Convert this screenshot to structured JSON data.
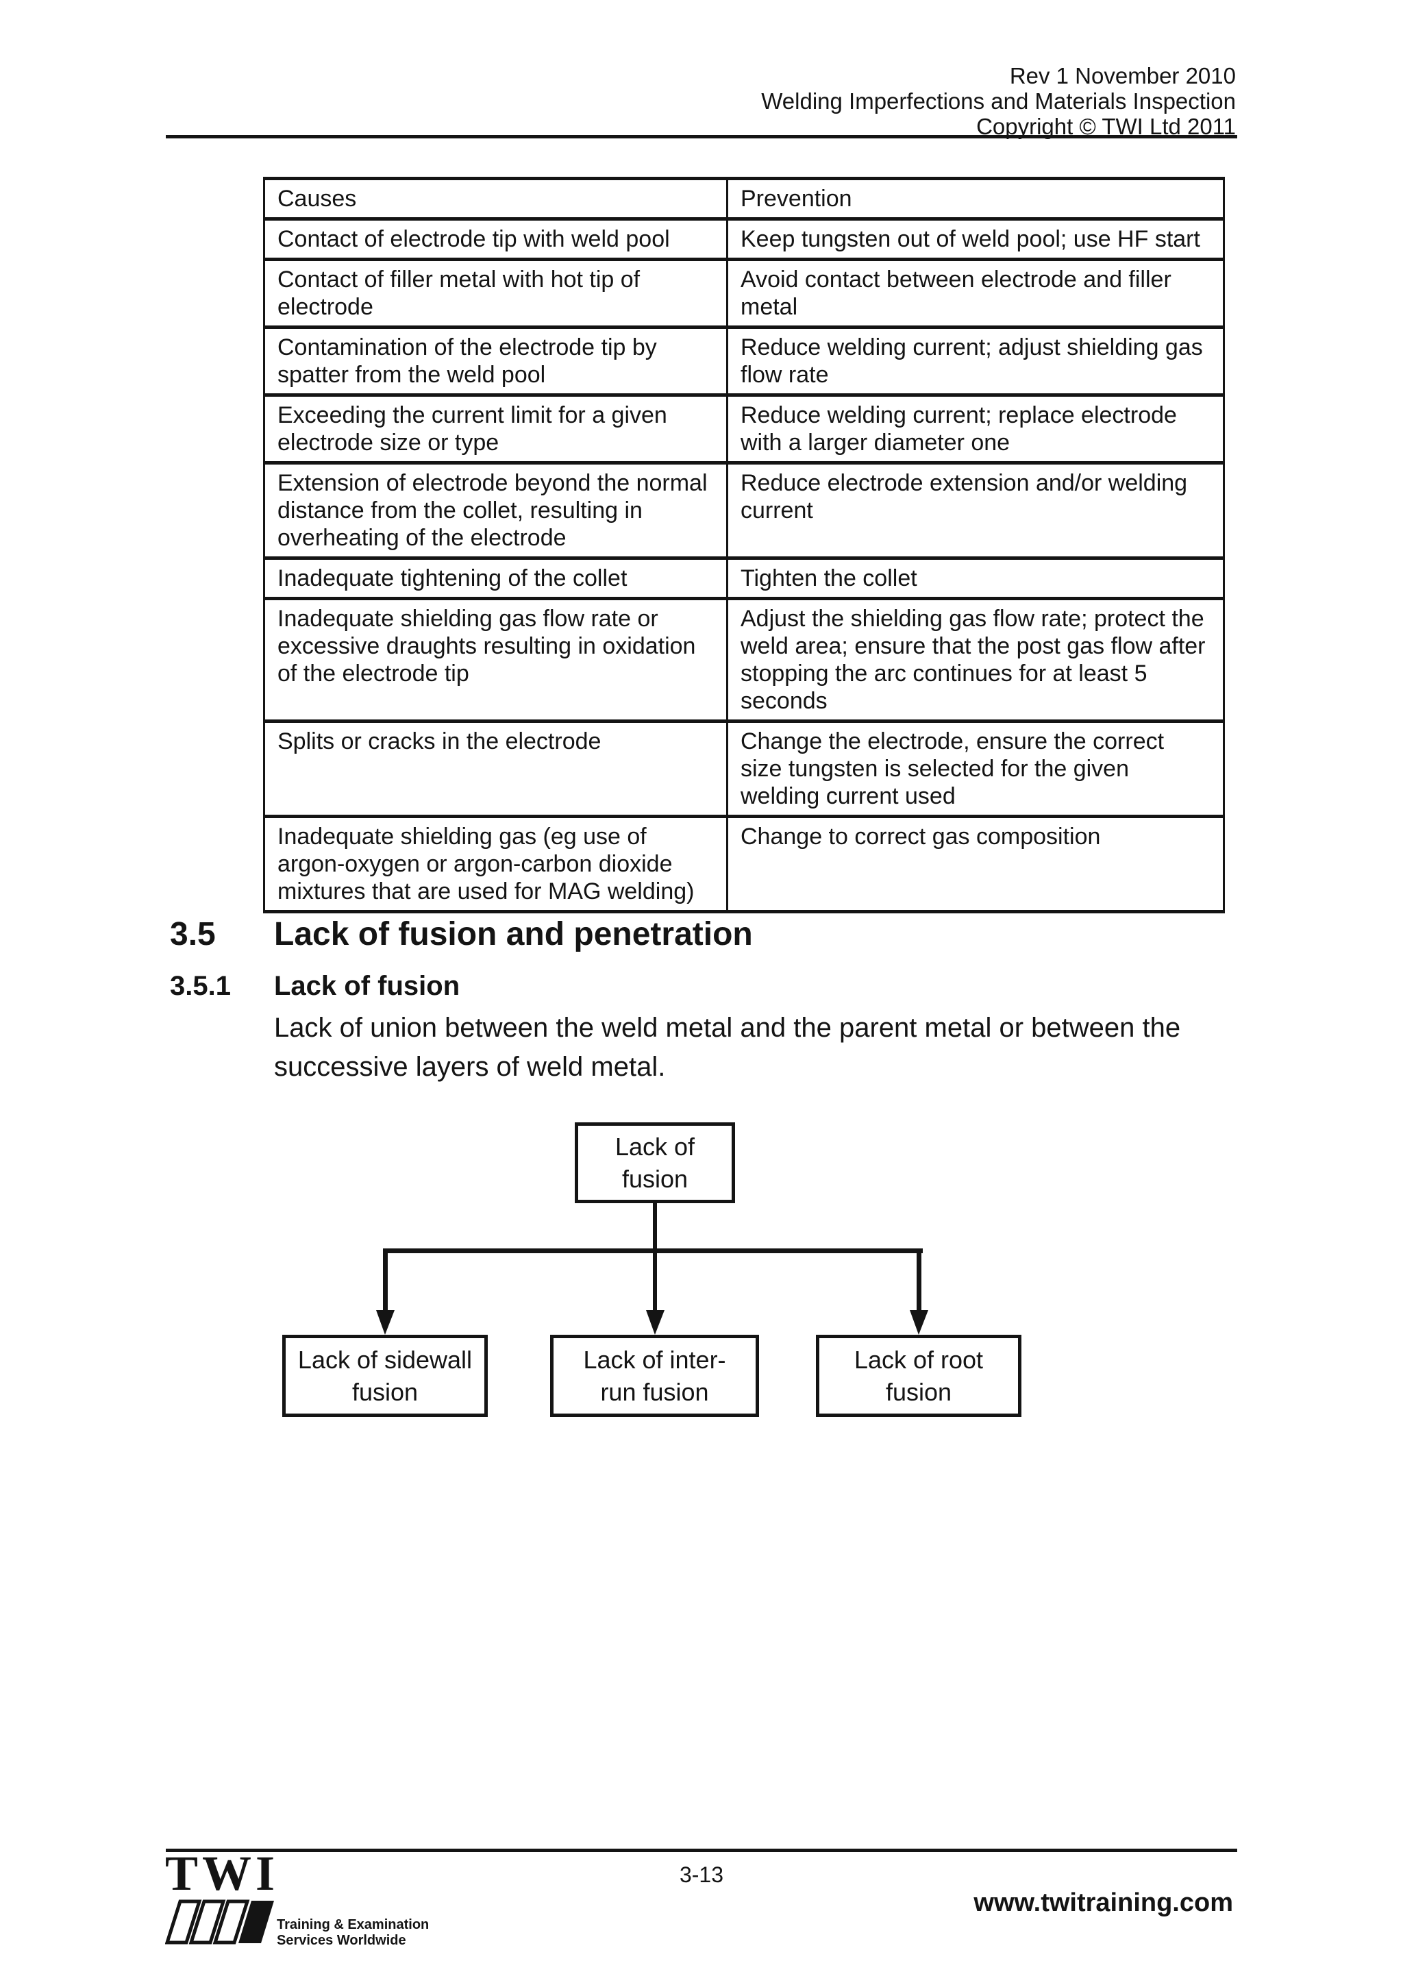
{
  "header": {
    "line1": "Rev 1 November 2010",
    "line2": "Welding Imperfections and Materials Inspection",
    "line3": "Copyright © TWI Ltd 2011"
  },
  "table": {
    "columns": {
      "causes": "Causes",
      "prevention": "Prevention"
    },
    "rows": [
      {
        "cause": "Contact of electrode tip with weld pool",
        "prevention": "Keep tungsten out of weld pool; use HF start"
      },
      {
        "cause": "Contact of filler metal with hot tip of\nelectrode",
        "prevention": "Avoid contact between electrode and filler\nmetal"
      },
      {
        "cause": "Contamination of the electrode tip by\nspatter from the weld pool",
        "prevention": "Reduce welding current; adjust shielding gas\nflow rate"
      },
      {
        "cause": "Exceeding the current limit for a given\nelectrode size or type",
        "prevention": "Reduce welding current; replace electrode\nwith a larger diameter one"
      },
      {
        "cause": "Extension of electrode beyond the normal\ndistance from the collet, resulting in\noverheating of the electrode",
        "prevention": "Reduce electrode extension and/or welding\ncurrent"
      },
      {
        "cause": "Inadequate tightening of the collet",
        "prevention": "Tighten the collet"
      },
      {
        "cause": "Inadequate shielding gas flow rate or\nexcessive draughts resulting in oxidation\nof the electrode tip",
        "prevention": "Adjust the shielding gas flow rate; protect the\nweld area; ensure that the post gas flow after\nstopping the arc continues for at least 5\nseconds"
      },
      {
        "cause": "Splits or cracks in the electrode",
        "prevention": "Change the electrode, ensure the correct\nsize tungsten is selected for the given\nwelding current used"
      },
      {
        "cause": "Inadequate shielding gas (eg use of\nargon-oxygen or argon-carbon dioxide\nmixtures that are used for MAG welding)",
        "prevention": "Change to correct gas composition"
      }
    ]
  },
  "sections": {
    "s35": {
      "number": "3.5",
      "title": "Lack of fusion and penetration"
    },
    "s351": {
      "number": "3.5.1",
      "title": "Lack of fusion"
    },
    "body": "Lack of union between the weld metal and the parent metal or between the\nsuccessive layers of weld metal."
  },
  "diagram": {
    "root": "Lack of\nfusion",
    "children": [
      "Lack of sidewall\nfusion",
      "Lack of inter-\nrun fusion",
      "Lack of root\nfusion"
    ]
  },
  "footer": {
    "page_number": "3-13",
    "website": "www.twitraining.com",
    "logo_text": "TWI",
    "tagline": "Training & Examination\nServices Worldwide"
  },
  "colors": {
    "ink": "#141414",
    "background": "#ffffff"
  }
}
